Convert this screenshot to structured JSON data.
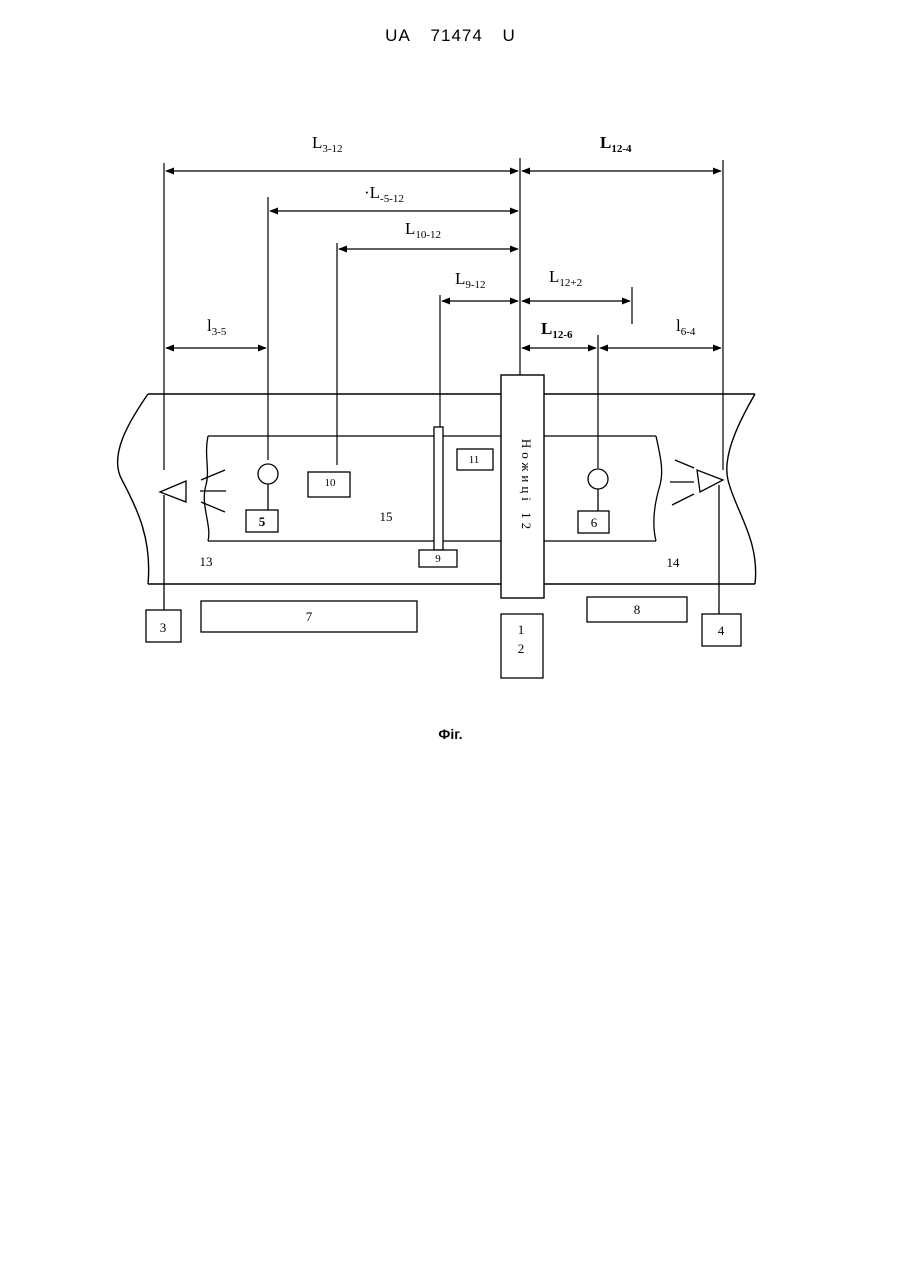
{
  "header": {
    "country": "UA",
    "number": "71474",
    "kind": "U"
  },
  "dimensions": {
    "l3_12": {
      "main": "L",
      "sub": "3-12"
    },
    "l12_4": {
      "main": "L",
      "sub": "12-4"
    },
    "l5_12": {
      "main": "·L",
      "sub": "-5-12"
    },
    "l10_12": {
      "main": "L",
      "sub": "10-12"
    },
    "l9_12": {
      "main": "L",
      "sub": "9-12"
    },
    "l12_2": {
      "main": "L",
      "sub": "12+2"
    },
    "l3_5": {
      "main": "l",
      "sub": "3-5"
    },
    "l12_6": {
      "main": "L",
      "sub": "12-6"
    },
    "l6_4": {
      "main": "l",
      "sub": "6-4"
    }
  },
  "components": {
    "sensor3": "3",
    "sensor4": "4",
    "sensor5": "5",
    "sensor6": "6",
    "block7": "7",
    "block8": "8",
    "block9": "9",
    "block10": "10",
    "block11": "11",
    "shears_digit1": "1",
    "shears_digit2": "2",
    "shears_text": "Ножиці 12",
    "label13": "13",
    "label14": "14",
    "label15": "15"
  },
  "caption": "Фіг."
}
